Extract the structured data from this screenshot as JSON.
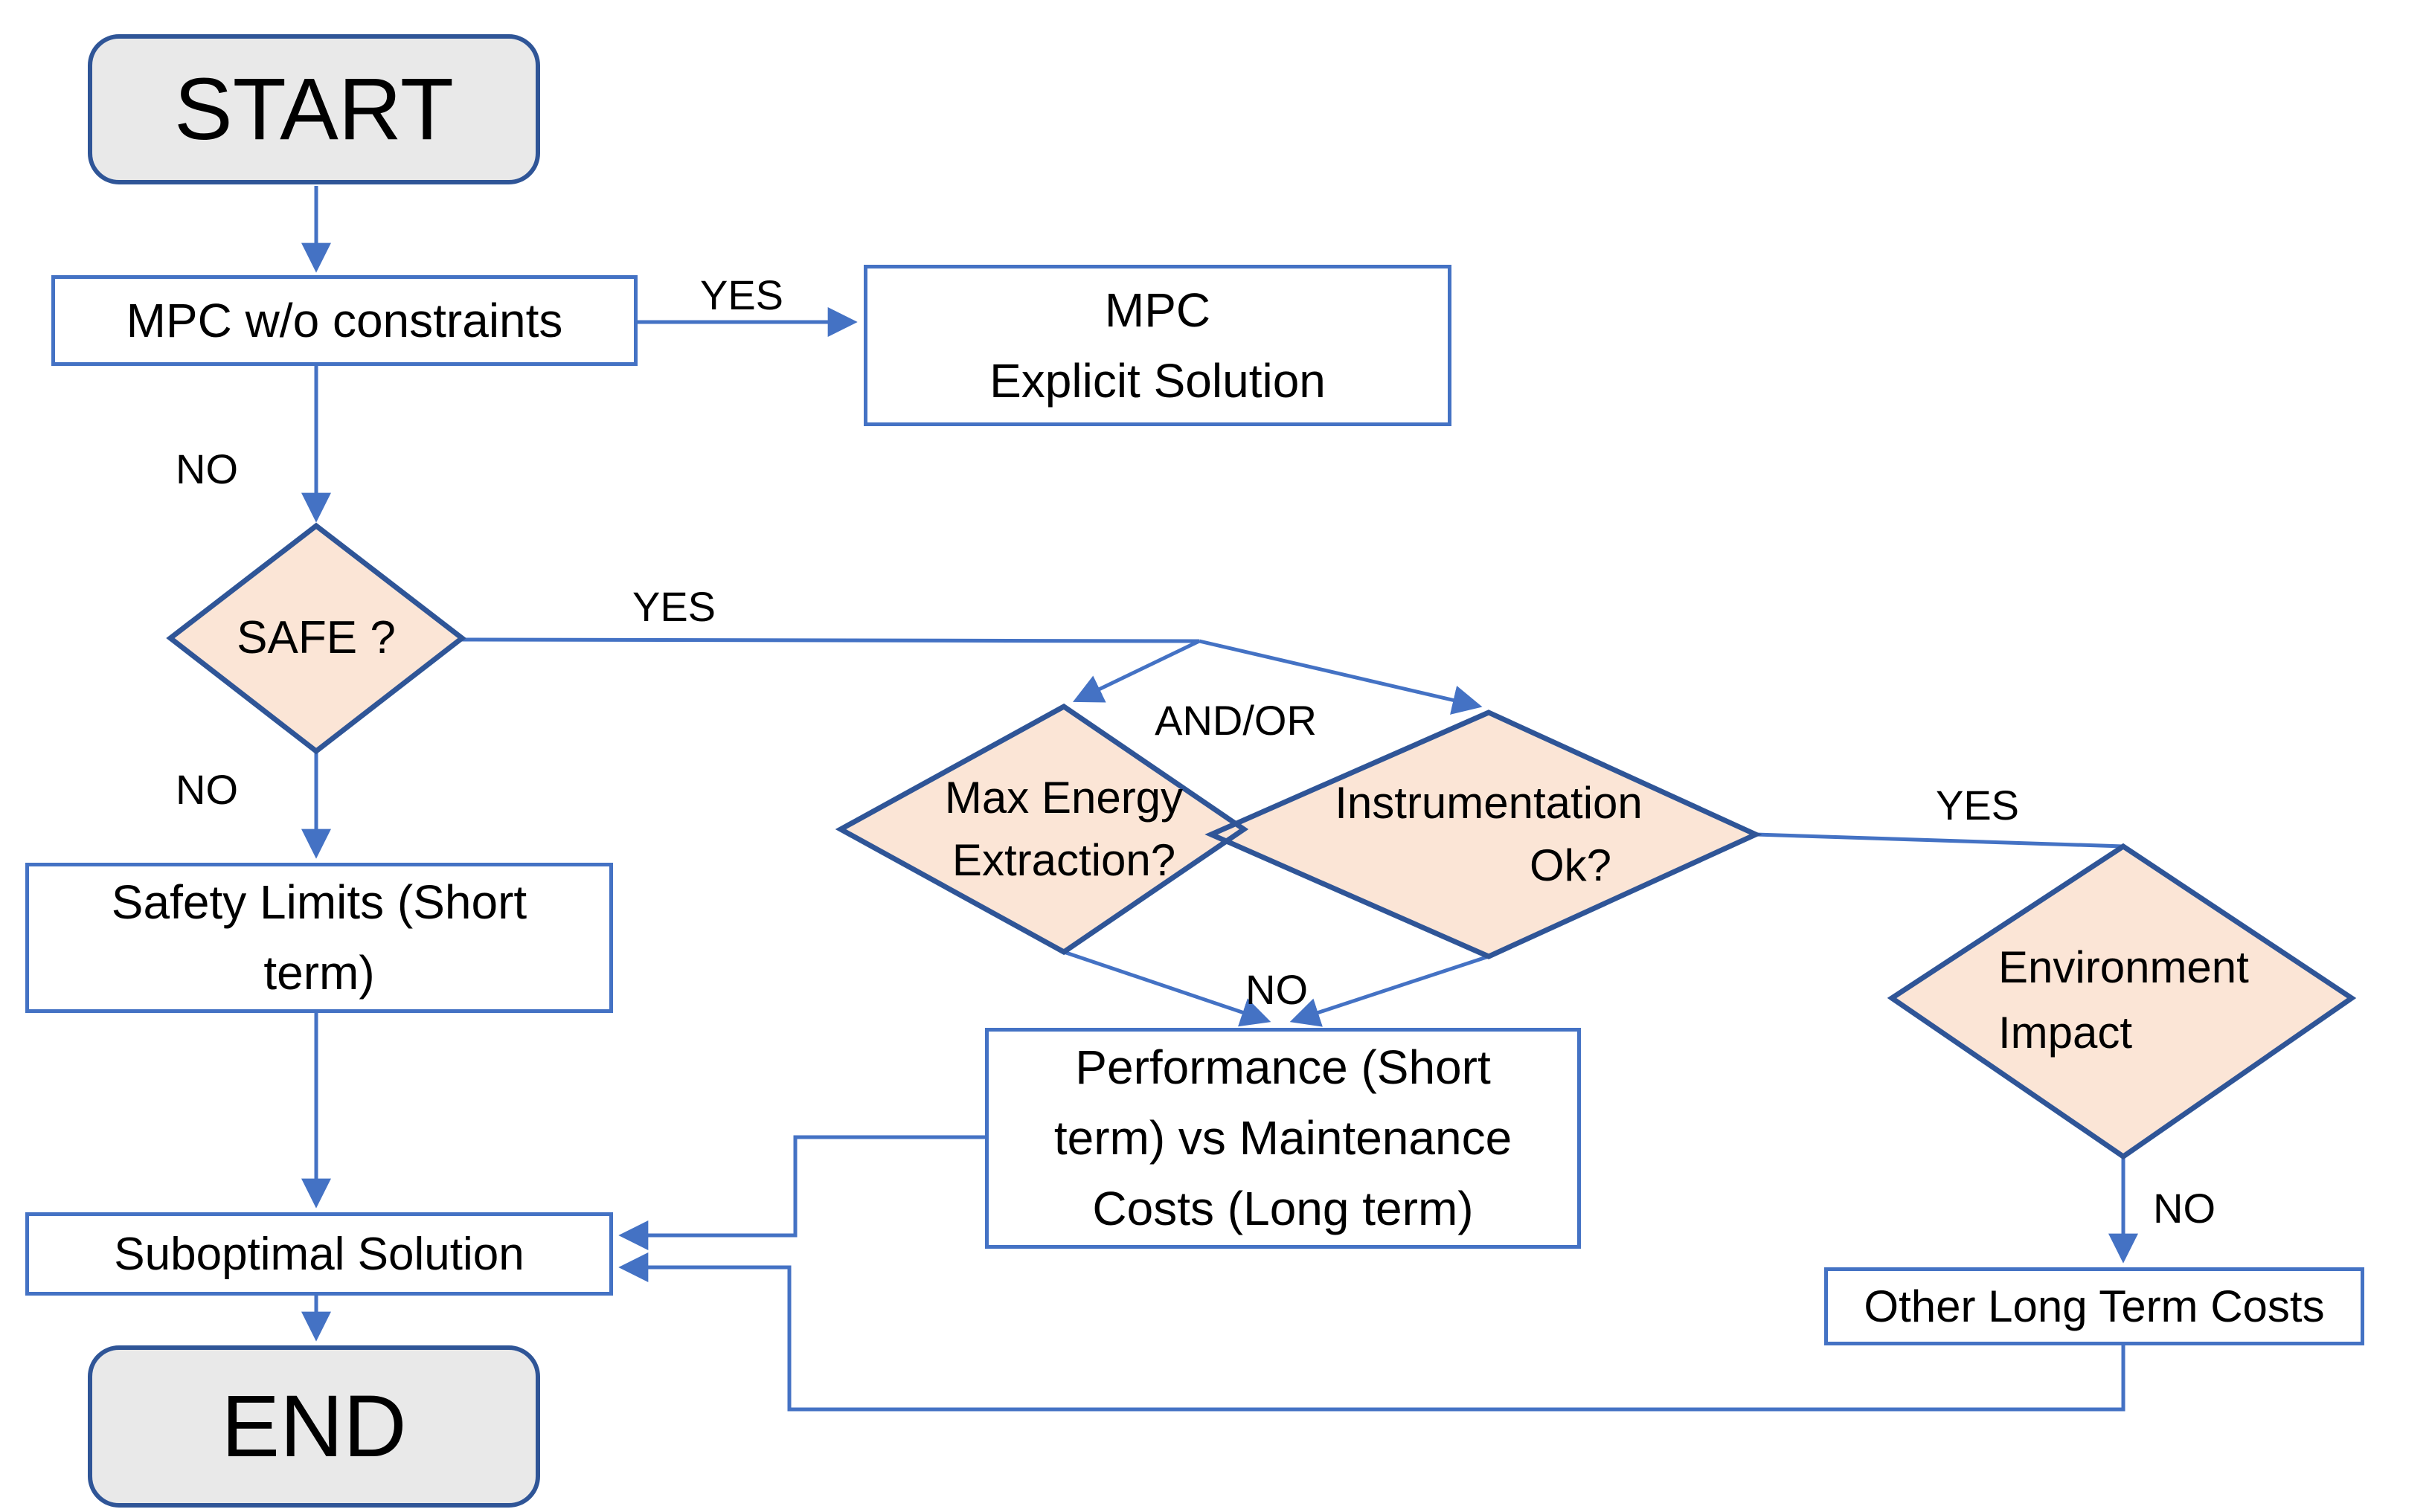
{
  "diagram": {
    "type": "flowchart",
    "colors": {
      "line": "#4472C4",
      "box_border": "#4472C4",
      "shape_border": "#2F5597",
      "diamond_fill": "#FBE5D6",
      "terminator_fill": "#E9E9E9",
      "box_fill": "#FFFFFF",
      "text": "#000000",
      "background": "#FFFFFF"
    },
    "nodes": {
      "start": {
        "type": "terminator",
        "lines": [
          "START"
        ]
      },
      "mpc_constraints": {
        "type": "process",
        "lines": [
          "MPC w/o constraints"
        ]
      },
      "mpc_explicit": {
        "type": "process",
        "lines": [
          "MPC",
          "Explicit Solution"
        ]
      },
      "safe": {
        "type": "decision",
        "lines": [
          "SAFE ?"
        ]
      },
      "max_energy": {
        "type": "decision",
        "lines": [
          "Max Energy",
          "Extraction?"
        ]
      },
      "instrumentation": {
        "type": "decision",
        "lines": [
          "Instrumentation",
          "Ok?"
        ]
      },
      "environment": {
        "type": "decision",
        "lines": [
          "Environment",
          "Impact"
        ]
      },
      "safety_limits": {
        "type": "process",
        "lines": [
          "Safety Limits (Short",
          "term)"
        ]
      },
      "performance": {
        "type": "process",
        "lines": [
          "Performance (Short",
          "term) vs Maintenance",
          "Costs (Long term)"
        ]
      },
      "suboptimal": {
        "type": "process",
        "lines": [
          "Suboptimal Solution"
        ]
      },
      "other_costs": {
        "type": "process",
        "lines": [
          "Other Long Term Costs"
        ]
      },
      "end": {
        "type": "terminator",
        "lines": [
          "END"
        ]
      }
    },
    "edges": [
      {
        "from": "start",
        "to": "mpc_constraints",
        "label": ""
      },
      {
        "from": "mpc_constraints",
        "to": "mpc_explicit",
        "label": "YES"
      },
      {
        "from": "mpc_constraints",
        "to": "safe",
        "label": "NO"
      },
      {
        "from": "safe",
        "to": "max_energy",
        "label": "YES",
        "junction_label": "AND/OR"
      },
      {
        "from": "safe",
        "to": "instrumentation",
        "label": "YES",
        "junction_label": "AND/OR"
      },
      {
        "from": "safe",
        "to": "safety_limits",
        "label": "NO"
      },
      {
        "from": "max_energy",
        "to": "performance",
        "label": "NO"
      },
      {
        "from": "instrumentation",
        "to": "performance",
        "label": "NO"
      },
      {
        "from": "instrumentation",
        "to": "environment",
        "label": "YES"
      },
      {
        "from": "environment",
        "to": "other_costs",
        "label": "NO"
      },
      {
        "from": "safety_limits",
        "to": "suboptimal",
        "label": ""
      },
      {
        "from": "performance",
        "to": "suboptimal",
        "label": ""
      },
      {
        "from": "other_costs",
        "to": "suboptimal",
        "label": ""
      },
      {
        "from": "suboptimal",
        "to": "end",
        "label": ""
      }
    ]
  }
}
